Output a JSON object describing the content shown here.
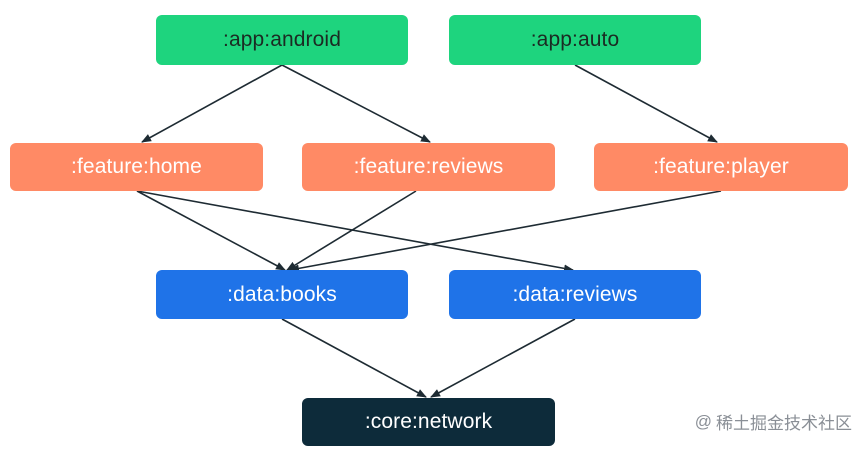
{
  "nodes": {
    "app_android": ":app:android",
    "app_auto": ":app:auto",
    "feature_home": ":feature:home",
    "feature_reviews": ":feature:reviews",
    "feature_player": ":feature:player",
    "data_books": ":data:books",
    "data_reviews": ":data:reviews",
    "core_network": ":core:network"
  },
  "edges": [
    {
      "from": "app_android",
      "to": "feature_home"
    },
    {
      "from": "app_android",
      "to": "feature_reviews"
    },
    {
      "from": "app_auto",
      "to": "feature_player"
    },
    {
      "from": "feature_home",
      "to": "data_books"
    },
    {
      "from": "feature_home",
      "to": "data_reviews"
    },
    {
      "from": "feature_reviews",
      "to": "data_books"
    },
    {
      "from": "feature_player",
      "to": "data_books"
    },
    {
      "from": "data_books",
      "to": "core_network"
    },
    {
      "from": "data_reviews",
      "to": "core_network"
    }
  ],
  "colors": {
    "app": "#1ed47e",
    "feature": "#ff8a65",
    "data": "#1f73e8",
    "core": "#0d2b3a",
    "edge": "#1e2b33"
  },
  "watermark": {
    "text": "稀土掘金技术社区",
    "at_symbol": "@"
  }
}
